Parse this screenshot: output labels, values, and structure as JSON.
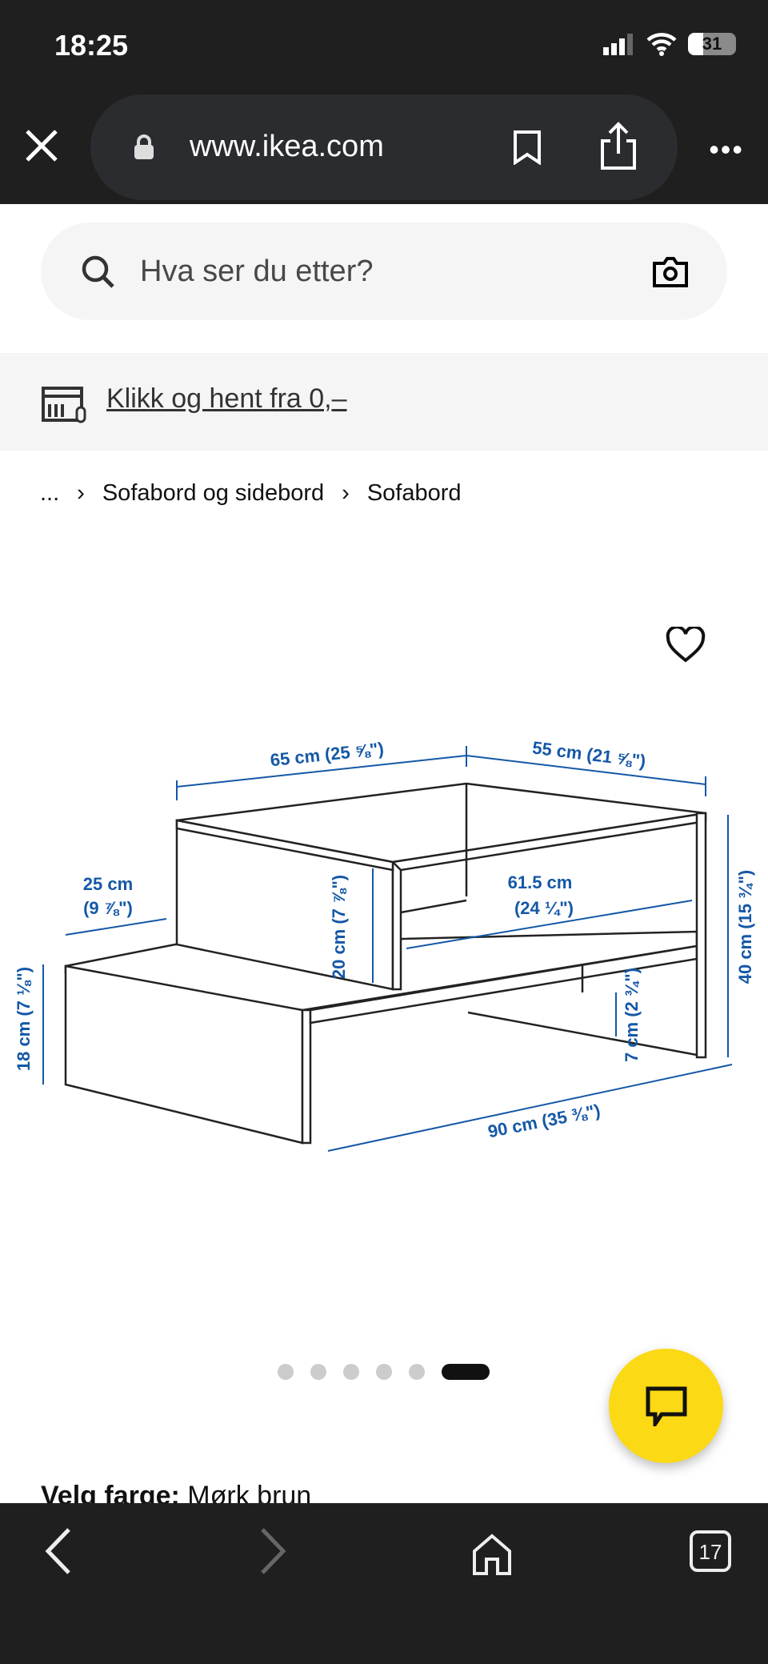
{
  "status_bar": {
    "time": "18:25",
    "battery": "31"
  },
  "browser": {
    "url": "www.ikea.com",
    "tab_count": "17"
  },
  "search": {
    "placeholder": "Hva ser du etter?"
  },
  "promo": {
    "link": "Klikk og hent fra 0,–"
  },
  "breadcrumb": {
    "ellipsis": "...",
    "items": [
      "Sofabord og sidebord",
      "Sofabord"
    ]
  },
  "gallery": {
    "image_count": 6,
    "active_index": 6
  },
  "dimensions": {
    "width_top": "65 cm (25 ⅝\")",
    "depth_top": "55 cm (21 ⅝\")",
    "step_depth_cm": "25 cm",
    "step_depth_in": "(9 ⅞\")",
    "shelf_gap": "20 cm (7 ⅞\")",
    "shelf_depth_cm": "61.5 cm",
    "shelf_depth_in": "(24 ¼\")",
    "total_height": "40 cm (15 ¾\")",
    "low_height": "18 cm (7 ⅛\")",
    "clearance": "7 cm (2 ¾\")",
    "total_width": "90 cm (35 ⅜\")"
  },
  "product": {
    "color_label": "Velg farge:",
    "color_value": "Mørk brun"
  },
  "colors": {
    "accent_yellow": "#fbd914",
    "dimension_blue": "#1458a6",
    "chrome": "#1f1f1f"
  }
}
